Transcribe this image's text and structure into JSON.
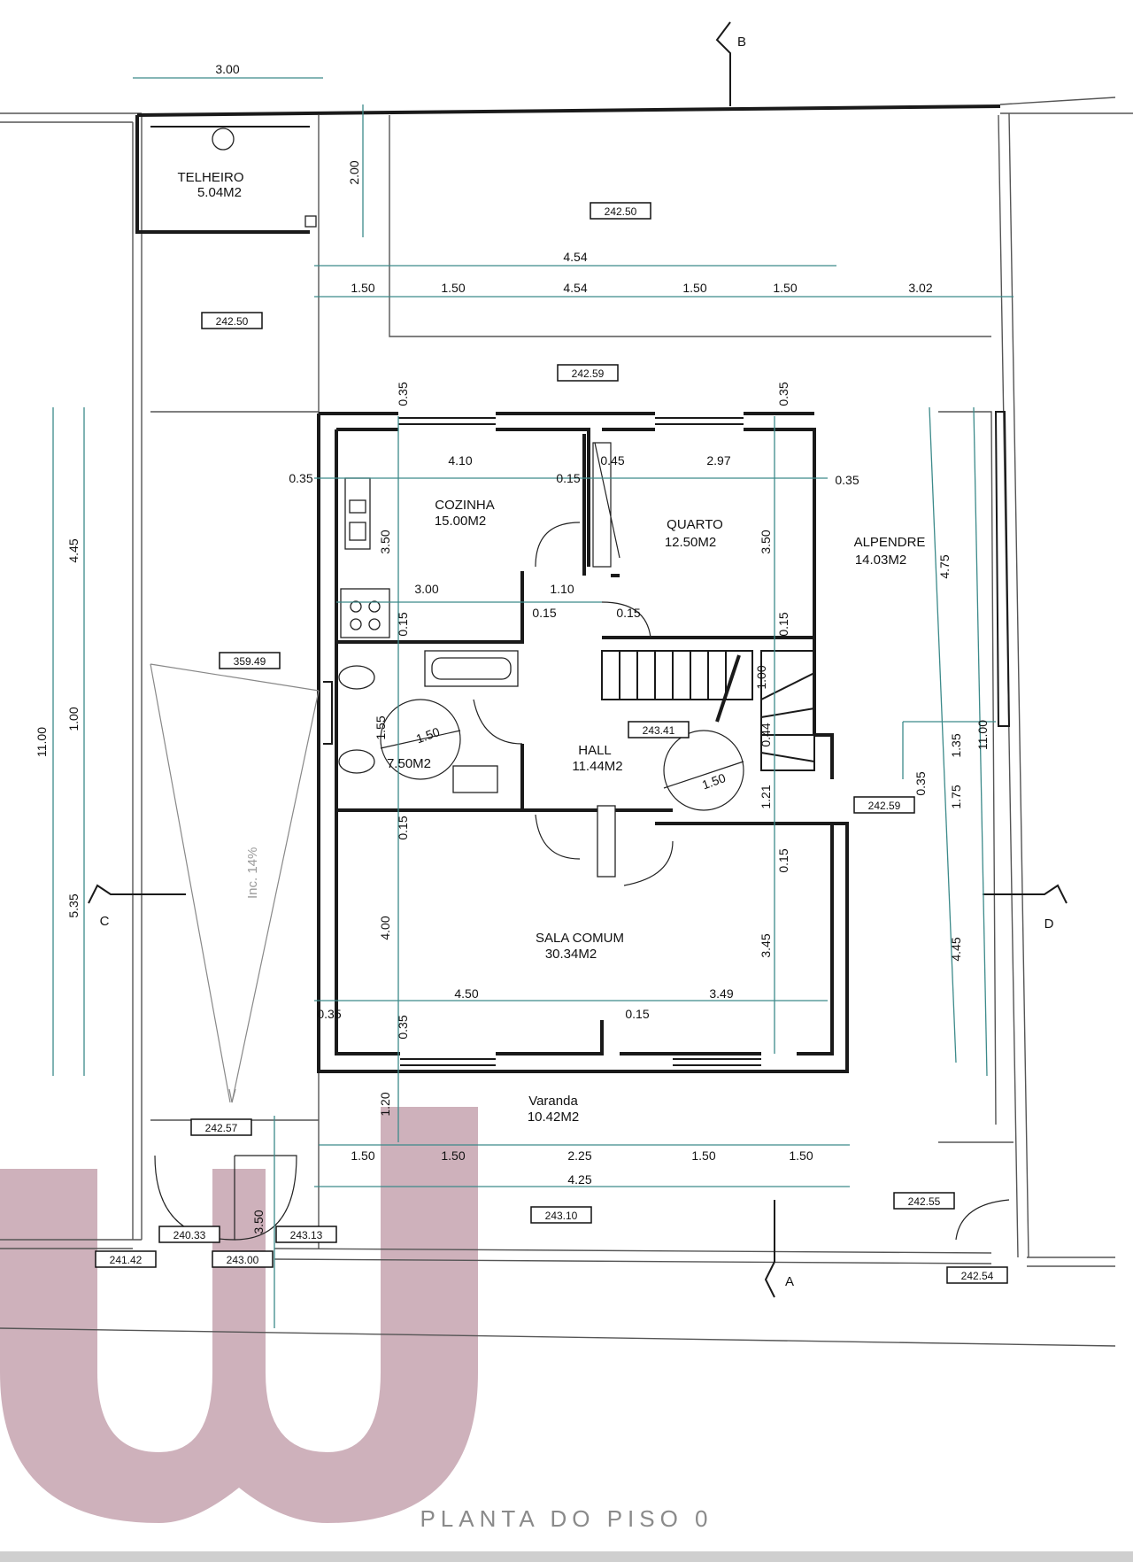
{
  "title": "PLANTA DO PISO 0",
  "colors": {
    "dimension": "#3c8a8a",
    "logo": "#c9a9b4",
    "walls": "#1a1a1a"
  },
  "rooms": [
    {
      "id": "telheiro",
      "name": "TELHEIRO",
      "area": "5.04M2"
    },
    {
      "id": "cozinha",
      "name": "COZINHA",
      "area": "15.00M2"
    },
    {
      "id": "quarto",
      "name": "QUARTO",
      "area": "12.50M2"
    },
    {
      "id": "alpendre",
      "name": "ALPENDRE",
      "area": "14.03M2"
    },
    {
      "id": "hall",
      "name": "HALL",
      "area": "11.44M2"
    },
    {
      "id": "wc",
      "name": "",
      "area": "7.50M2"
    },
    {
      "id": "sala",
      "name": "SALA COMUM",
      "area": "30.34M2"
    },
    {
      "id": "varanda",
      "name": "Varanda",
      "area": "10.42M2"
    }
  ],
  "levels": [
    "242.50",
    "242.50",
    "242.59",
    "359.49",
    "243.41",
    "242.59",
    "242.57",
    "243.10",
    "242.55",
    "242.54",
    "240.33",
    "243.13",
    "241.42",
    "243.00"
  ],
  "sections": [
    "A",
    "B",
    "C",
    "D"
  ],
  "ramp_label": "Inc. 14%",
  "diameters": [
    "1.50",
    "1.50"
  ],
  "dims_top": {
    "span_a": "3.00",
    "span_b": "4.54",
    "row": [
      "1.50",
      "1.50",
      "4.54",
      "1.50",
      "1.50",
      "3.02"
    ]
  },
  "dims_interior": {
    "d410": "4.10",
    "d015a": "0.15",
    "d045": "0.45",
    "d297": "2.97",
    "d035l": "0.35",
    "d035r": "0.35",
    "d350a": "3.50",
    "d350b": "3.50",
    "d300": "3.00",
    "d110": "1.10",
    "d015b": "0.15",
    "d015c": "0.15",
    "d015v": "0.15",
    "d015w": "0.15",
    "d035t1": "0.35",
    "d035t2": "0.35",
    "d100": "1.00",
    "d044": "0.44",
    "d121": "1.21",
    "d015x": "0.15",
    "d400": "4.00",
    "d345": "3.45",
    "d450": "4.50",
    "d015y": "0.15",
    "d349": "3.49",
    "d035bl": "0.35",
    "d035bb": "0.35",
    "d120": "1.20",
    "d015z": "0.15",
    "d155": "1.55",
    "d200": "2.00"
  },
  "dims_left": {
    "total": "11.00",
    "a": "4.45",
    "b": "1.00",
    "c": "5.35"
  },
  "dims_right": {
    "a": "4.75",
    "b": "11.00",
    "c": "1.35",
    "d": "1.75",
    "e": "4.45",
    "f": "0.35"
  },
  "dims_bottom": {
    "row": [
      "1.50",
      "1.50",
      "2.25",
      "1.50",
      "1.50"
    ],
    "total": "4.25",
    "gate": "3.50"
  }
}
